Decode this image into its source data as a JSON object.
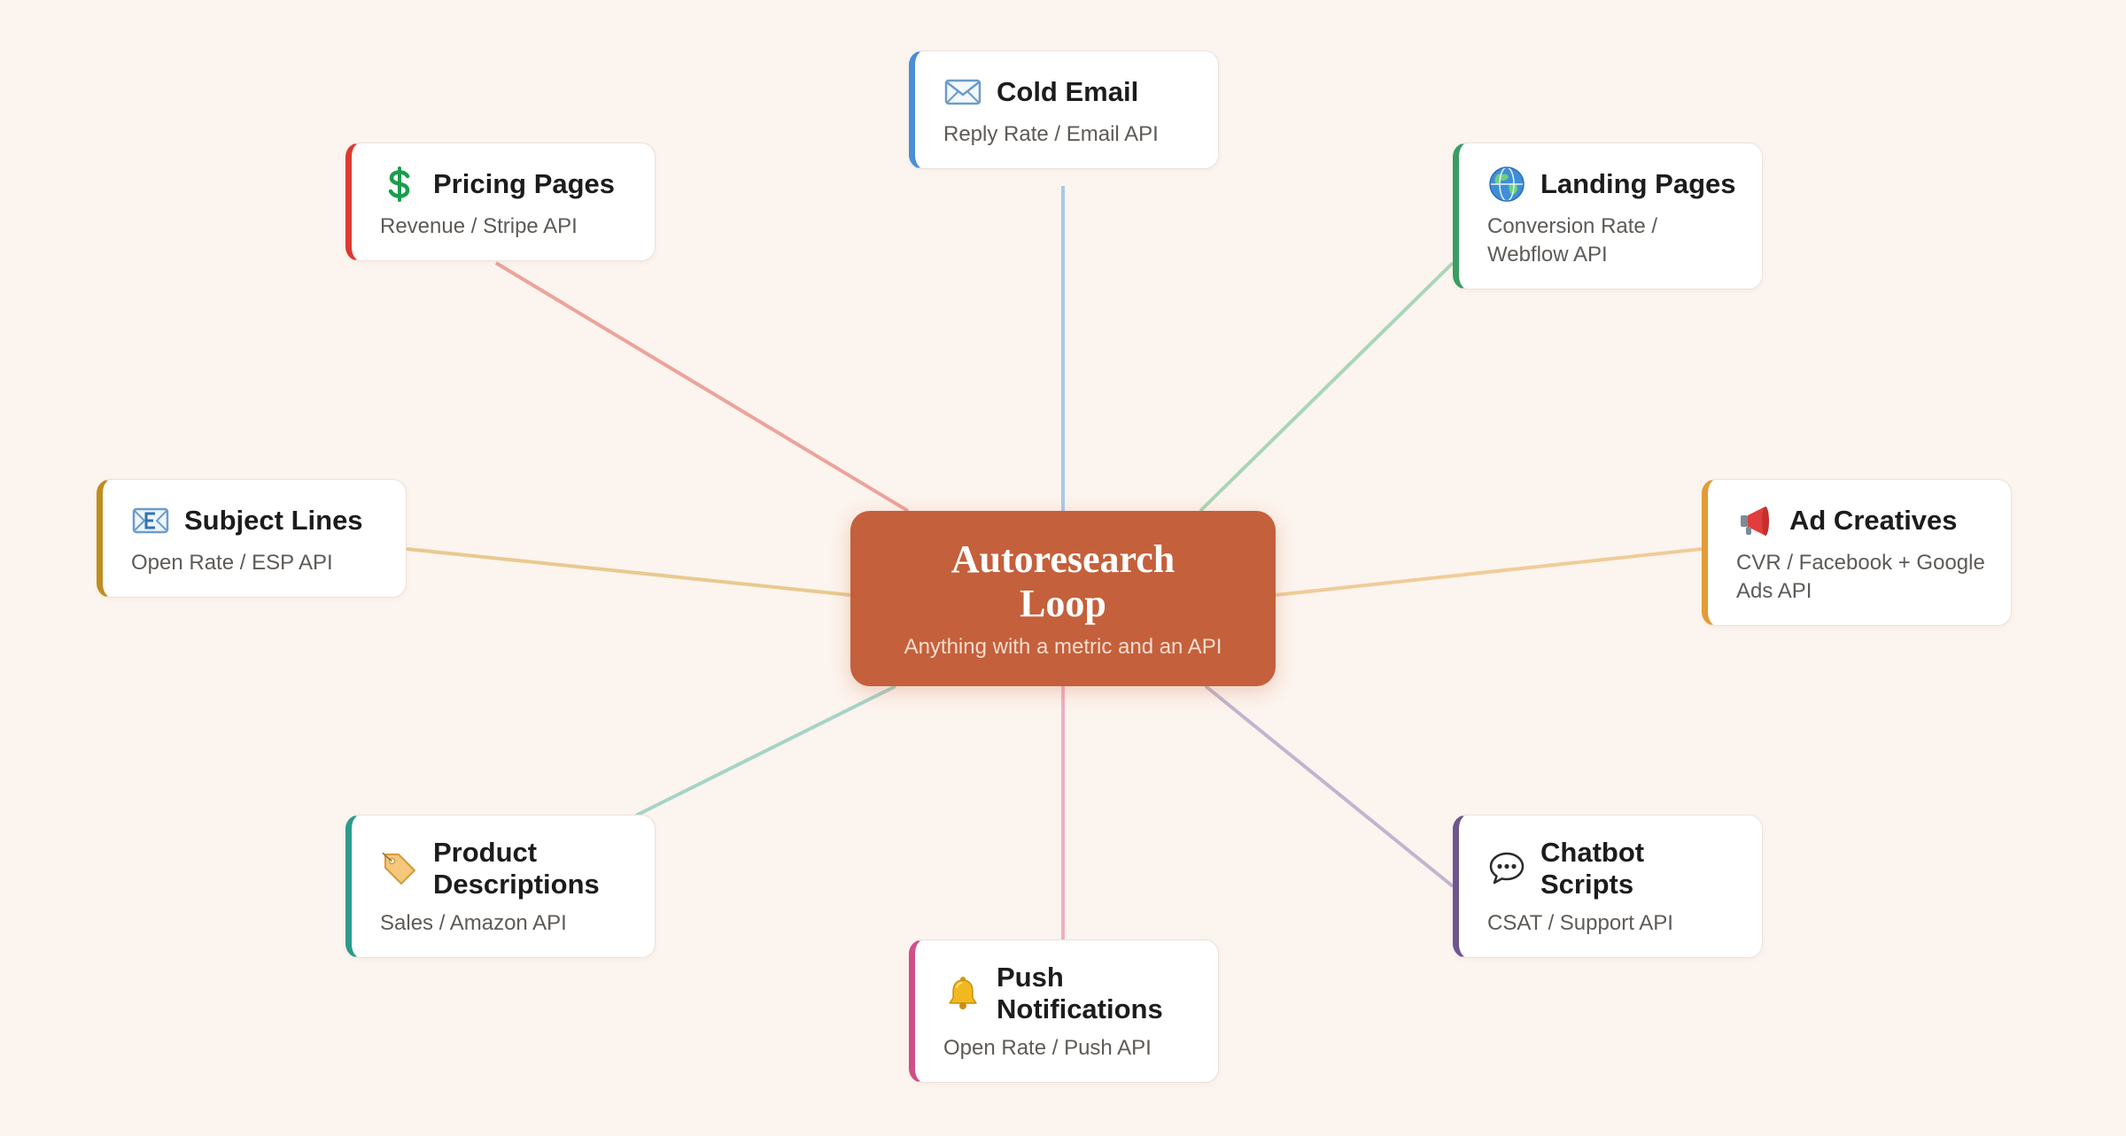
{
  "hub": {
    "title": "Autoresearch Loop",
    "subtitle": "Anything with a metric and an API"
  },
  "nodes": {
    "cold_email": {
      "title": "Cold Email",
      "subtitle": "Reply Rate / Email API",
      "accent": "#4a8fd6",
      "line": "#a9c9ea",
      "icon": "envelope-icon"
    },
    "landing_pages": {
      "title": "Landing Pages",
      "subtitle": "Conversion Rate / Webflow API",
      "accent": "#3a9e64",
      "line": "#a9d6b6",
      "icon": "globe-icon"
    },
    "ad_creatives": {
      "title": "Ad Creatives",
      "subtitle": "CVR / Facebook + Google Ads API",
      "accent": "#e39b35",
      "line": "#f0cc98",
      "icon": "megaphone-icon"
    },
    "chatbot_scripts": {
      "title": "Chatbot Scripts",
      "subtitle": "CSAT / Support API",
      "accent": "#6e5590",
      "line": "#c2b4cf",
      "icon": "speech-bubble-icon"
    },
    "push_notifications": {
      "title": "Push Notifications",
      "subtitle": "Open Rate / Push API",
      "accent": "#d04f87",
      "line": "#eeb0c2",
      "icon": "bell-icon"
    },
    "product_descriptions": {
      "title": "Product Descriptions",
      "subtitle": "Sales / Amazon API",
      "accent": "#2a9c8a",
      "line": "#a6d3c8",
      "icon": "price-tag-icon"
    },
    "subject_lines": {
      "title": "Subject Lines",
      "subtitle": "Open Rate / ESP API",
      "accent": "#c08d1e",
      "line": "#e8c98f",
      "icon": "email-e-icon"
    },
    "pricing_pages": {
      "title": "Pricing Pages",
      "subtitle": "Revenue / Stripe API",
      "accent": "#dc3a32",
      "line": "#eca39a",
      "icon": "dollar-sign-icon"
    }
  }
}
